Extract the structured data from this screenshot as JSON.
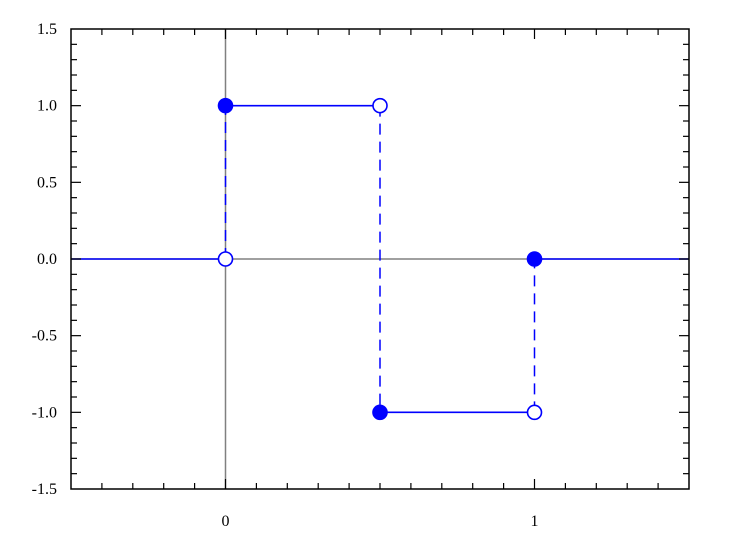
{
  "chart_data": {
    "type": "line",
    "title": "",
    "xlabel": "",
    "ylabel": "",
    "xlim": [
      -0.5,
      1.5
    ],
    "ylim": [
      -1.5,
      1.5
    ],
    "x_ticks": [
      {
        "value": 0,
        "label": "0"
      },
      {
        "value": 1,
        "label": "1"
      }
    ],
    "y_ticks": [
      {
        "value": 1.5,
        "label": "1.5"
      },
      {
        "value": 1.0,
        "label": "1.0"
      },
      {
        "value": 0.5,
        "label": "0.5"
      },
      {
        "value": 0.0,
        "label": "0.0"
      },
      {
        "value": -0.5,
        "label": "-0.5"
      },
      {
        "value": -1.0,
        "label": "-1.0"
      },
      {
        "value": -1.5,
        "label": "-1.5"
      }
    ],
    "grid": false,
    "legend": "none",
    "colors": {
      "series": "#0000ff",
      "axes": "#808080",
      "frame": "#000000"
    },
    "segments": [
      {
        "x": [
          -0.5,
          0
        ],
        "y": [
          0,
          0
        ]
      },
      {
        "x": [
          0,
          0.5
        ],
        "y": [
          1,
          1
        ]
      },
      {
        "x": [
          0.5,
          1
        ],
        "y": [
          -1,
          -1
        ]
      },
      {
        "x": [
          1,
          1.5
        ],
        "y": [
          0,
          0
        ]
      }
    ],
    "jumps": [
      {
        "x": 0,
        "y": [
          0,
          1
        ]
      },
      {
        "x": 0.5,
        "y": [
          1,
          -1
        ]
      },
      {
        "x": 1,
        "y": [
          -1,
          0
        ]
      }
    ],
    "points": [
      {
        "x": 0,
        "y": 1,
        "filled": true
      },
      {
        "x": 0,
        "y": 0,
        "filled": false
      },
      {
        "x": 0.5,
        "y": 1,
        "filled": false
      },
      {
        "x": 0.5,
        "y": -1,
        "filled": true
      },
      {
        "x": 1,
        "y": -1,
        "filled": false
      },
      {
        "x": 1,
        "y": 0,
        "filled": true
      }
    ]
  }
}
